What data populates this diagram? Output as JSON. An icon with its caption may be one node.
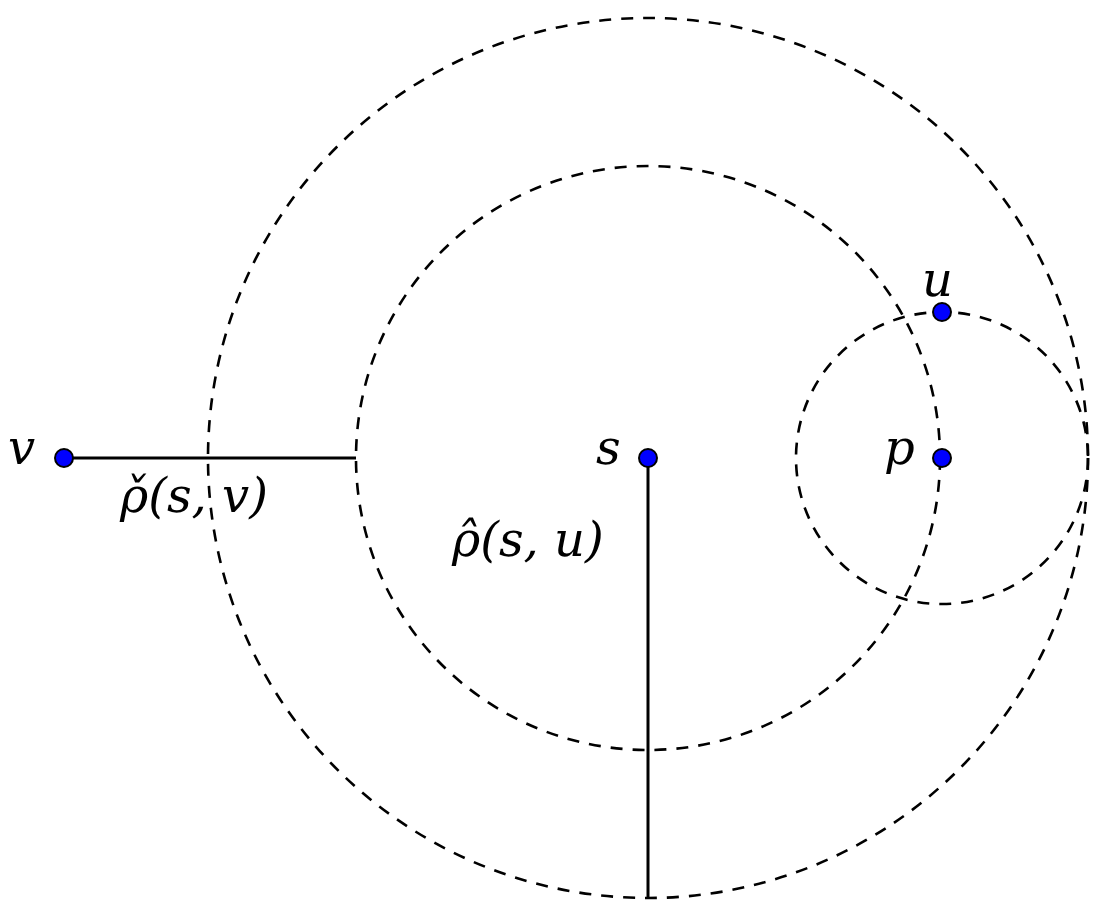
{
  "diagram": {
    "nodes": [
      {
        "text": [],
        "shape": "circle",
        "beside": [
          "v"
        ]
      },
      {
        "text": [],
        "shape": "circle",
        "beside": [
          "s"
        ]
      },
      {
        "text": [],
        "shape": "circle",
        "beside": [
          "u"
        ]
      },
      {
        "text": [],
        "shape": "circle",
        "beside": [
          "p"
        ]
      }
    ],
    "labels": [
      "ρ̌(s, v)",
      "ρ̂(s, u)"
    ]
  }
}
